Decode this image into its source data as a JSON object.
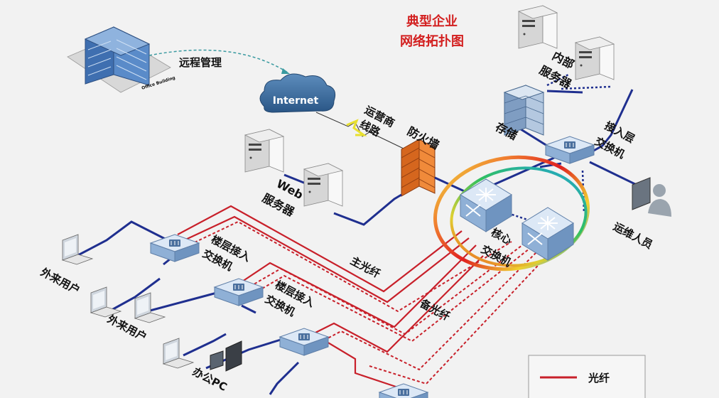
{
  "diagram": {
    "title_line1": "典型企业",
    "title_line2": "网络拓扑图",
    "office_label": "Office Building",
    "remote_mgmt": "远程管理",
    "internet": "Internet",
    "carrier_line1": "运营商",
    "carrier_line2": "线路",
    "firewall": "防火墙",
    "web_line1": "Web",
    "web_line2": "服务器",
    "internal_line1": "内部",
    "internal_line2": "服务器",
    "storage": "存储",
    "access_line1": "接入层",
    "access_line2": "交换机",
    "ops": "运维人员",
    "core_line1": "核心",
    "core_line2": "交换机",
    "main_fiber": "主光纤",
    "backup_fiber": "备光纤",
    "floor_line1": "楼层接入",
    "floor_line2": "交换机",
    "guest_user": "外来用户",
    "office_pc": "办公PC",
    "legend_fiber": "光纤"
  },
  "colors": {
    "link_blue": "#1f2f8f",
    "fiber_red": "#c8202a",
    "title_red": "#d32020",
    "lightning": "#e8e030",
    "internet_cloud": "#3b6e9e"
  }
}
